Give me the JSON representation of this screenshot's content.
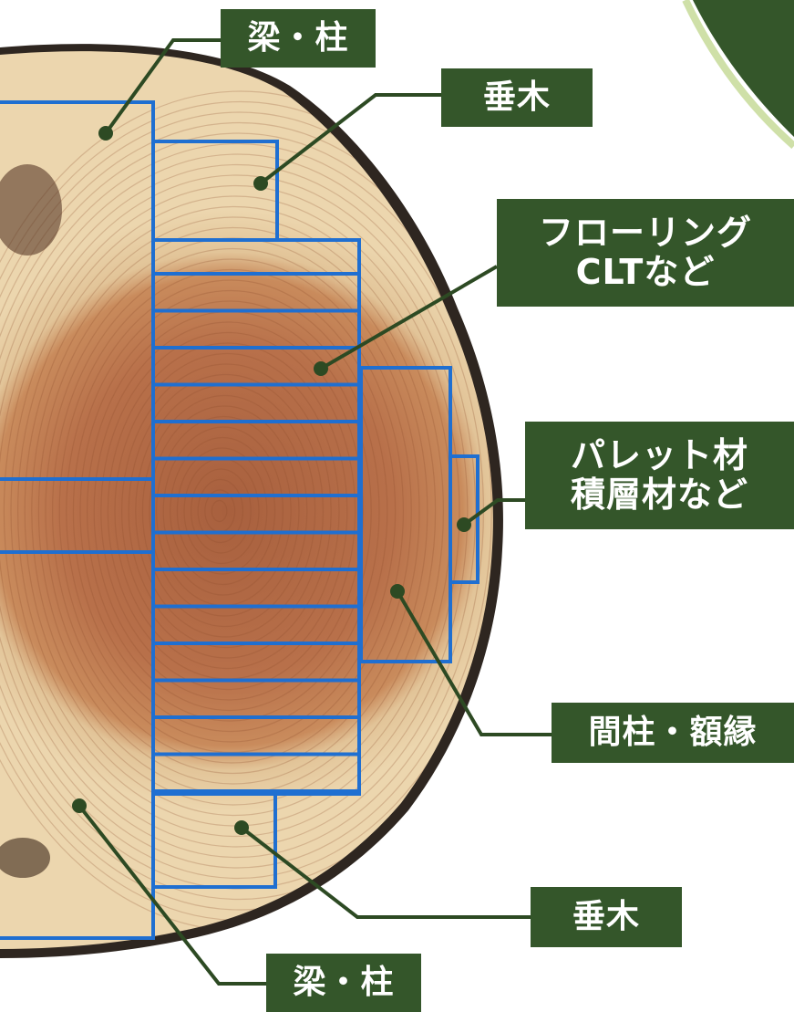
{
  "labels": {
    "beam_column_top": "梁・柱",
    "taruki_top": "垂木",
    "flooring_line1": "フローリング",
    "flooring_line2": "CLTなど",
    "pallet_line1": "パレット材",
    "pallet_line2": "積層材など",
    "mabashira": "間柱・額縁",
    "taruki_bottom": "垂木",
    "beam_column_bottom": "梁・柱"
  },
  "colors": {
    "label_bg": "#34562a",
    "label_text": "#ffffff",
    "cut_line": "#1f6fd1",
    "leader_line": "#2d4a23",
    "heartwood": "#b8704a",
    "sapwood": "#e8cfa4",
    "bark": "#2e2620",
    "accent_arc": "#cfe0a8"
  }
}
